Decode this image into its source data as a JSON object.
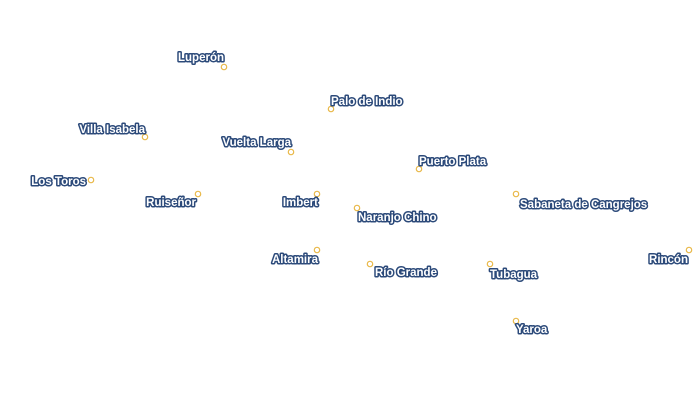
{
  "map": {
    "colors": {
      "marker_stroke": "#e9b94a",
      "marker_fill": "#ffffff",
      "label_fill": "#ffffff",
      "label_halo": "#2c4a7a",
      "background": "#ffffff"
    },
    "places": [
      {
        "id": "luperon",
        "name": "Luperón"
      },
      {
        "id": "palo-de-indio",
        "name": "Palo de Indio"
      },
      {
        "id": "villa-isabela",
        "name": "Villa Isabela"
      },
      {
        "id": "vuelta-larga",
        "name": "Vuelta Larga"
      },
      {
        "id": "puerto-plata",
        "name": "Puerto Plata"
      },
      {
        "id": "los-toros",
        "name": "Los Toros"
      },
      {
        "id": "ruisenor",
        "name": "Ruiseñor"
      },
      {
        "id": "imbert",
        "name": "Imbert"
      },
      {
        "id": "sabaneta-de-cangrejos",
        "name": "Sabaneta de Cangrejos"
      },
      {
        "id": "naranjo-chino",
        "name": "Naranjo Chino"
      },
      {
        "id": "altamira",
        "name": "Altamira"
      },
      {
        "id": "rio-grande",
        "name": "Río Grande"
      },
      {
        "id": "tubagua",
        "name": "Tubagua"
      },
      {
        "id": "rincon",
        "name": "Rincón"
      },
      {
        "id": "yaroa",
        "name": "Yaroa"
      }
    ]
  }
}
